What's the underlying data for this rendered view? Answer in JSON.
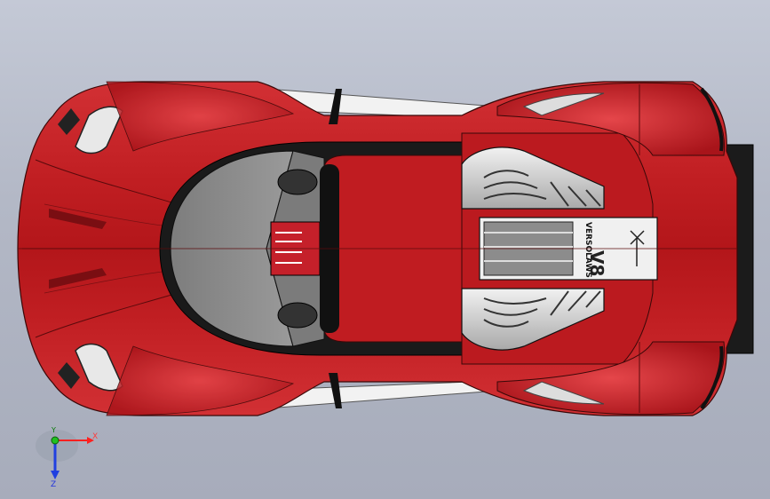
{
  "viewport": {
    "background_top": "#c4c9d6",
    "background_bottom": "#a7acbb"
  },
  "model": {
    "body_color": "#b5171b",
    "body_highlight": "#e6494d",
    "canopy_color": "#8f8f8f",
    "decal_text": "V8",
    "decal_side_text": "VERSOLAWS"
  },
  "triad": {
    "x_label": "X",
    "y_label": "Y",
    "z_label": "Z",
    "x_color": "#ff2020",
    "y_color": "#20c020",
    "z_color": "#2040e0"
  }
}
